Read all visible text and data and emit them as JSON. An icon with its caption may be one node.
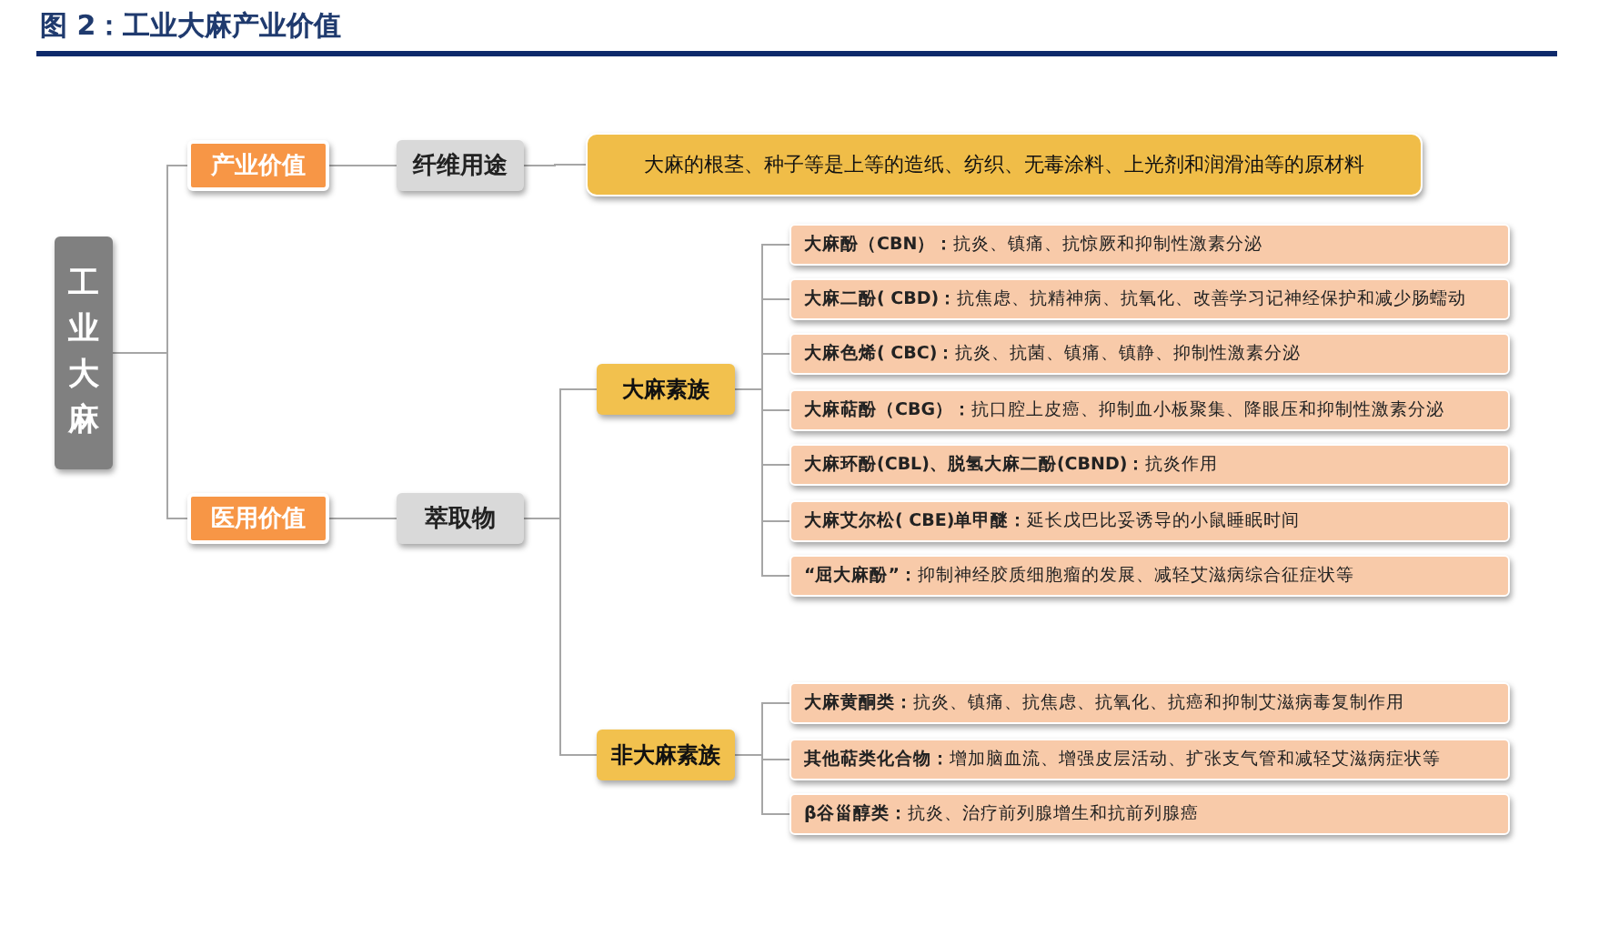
{
  "diagram": {
    "title": "图 2：工业大麻产业价值",
    "nodes": [
      {
        "text": [
          "工业大麻"
        ]
      },
      {
        "text": [
          "产业价值"
        ]
      },
      {
        "text": [
          "医用价值"
        ]
      },
      {
        "text": [
          "纤维用途"
        ]
      },
      {
        "text": [
          "萃取物"
        ]
      },
      {
        "text": [
          "大麻的根茎、种子等是上等的造纸、纺织、无毒涂料、上光剂和润滑油等的原材料"
        ]
      },
      {
        "text": [
          "大麻素族"
        ]
      },
      {
        "text": [
          "非大麻素族"
        ]
      },
      {
        "text": [
          "**大麻酚（CBN）：**抗炎、镇痛、抗惊厥和抑制性激素分泌"
        ]
      },
      {
        "text": [
          "**大麻二酚( CBD)：**抗焦虑、抗精神病、抗氧化、改善学习记神经保护和减少肠蠕动"
        ]
      },
      {
        "text": [
          "**大麻色烯( CBC)：**抗炎、抗菌、镇痛、镇静、抑制性激素分泌"
        ]
      },
      {
        "text": [
          "**大麻萜酚（CBG）：**抗口腔上皮癌、抑制血小板聚集、降眼压和抑制性激素分泌"
        ]
      },
      {
        "text": [
          "**大麻环酚(CBL)、脱氢大麻二酚(CBND)：**抗炎作用"
        ]
      },
      {
        "text": [
          "**大麻艾尔松( CBE)单甲醚：**延长戊巴比妥诱导的小鼠睡眠时间"
        ]
      },
      {
        "text": [
          "**“屈大麻酚”：**抑制神经胶质细胞瘤的发展、减轻艾滋病综合征症状等"
        ]
      },
      {
        "text": [
          "**大麻黄酮类：**抗炎、镇痛、抗焦虑、抗氧化、抗癌和抑制艾滋病毒复制作用"
        ]
      },
      {
        "text": [
          "**其他萜类化合物：**增加脑血流、增强皮层活动、扩张支气管和减轻艾滋病症状等"
        ]
      },
      {
        "text": [
          "**β谷甾醇类：**抗炎、治疗前列腺增生和抗前列腺癌"
        ]
      }
    ],
    "edges": [
      {
        "from": 0,
        "to": 1,
        "arrow": "none"
      },
      {
        "from": 0,
        "to": 2,
        "arrow": "none"
      },
      {
        "from": 1,
        "to": 3,
        "arrow": "none"
      },
      {
        "from": 3,
        "to": 5,
        "arrow": "none"
      },
      {
        "from": 2,
        "to": 4,
        "arrow": "none"
      },
      {
        "from": 4,
        "to": 6,
        "arrow": "none"
      },
      {
        "from": 4,
        "to": 7,
        "arrow": "none"
      },
      {
        "from": 6,
        "to": 8,
        "arrow": "none"
      },
      {
        "from": 6,
        "to": 9,
        "arrow": "none"
      },
      {
        "from": 6,
        "to": 10,
        "arrow": "none"
      },
      {
        "from": 6,
        "to": 11,
        "arrow": "none"
      },
      {
        "from": 6,
        "to": 12,
        "arrow": "none"
      },
      {
        "from": 6,
        "to": 13,
        "arrow": "none"
      },
      {
        "from": 6,
        "to": 14,
        "arrow": "none"
      },
      {
        "from": 7,
        "to": 15,
        "arrow": "none"
      },
      {
        "from": 7,
        "to": 16,
        "arrow": "none"
      },
      {
        "from": 7,
        "to": 17,
        "arrow": "none"
      }
    ]
  }
}
